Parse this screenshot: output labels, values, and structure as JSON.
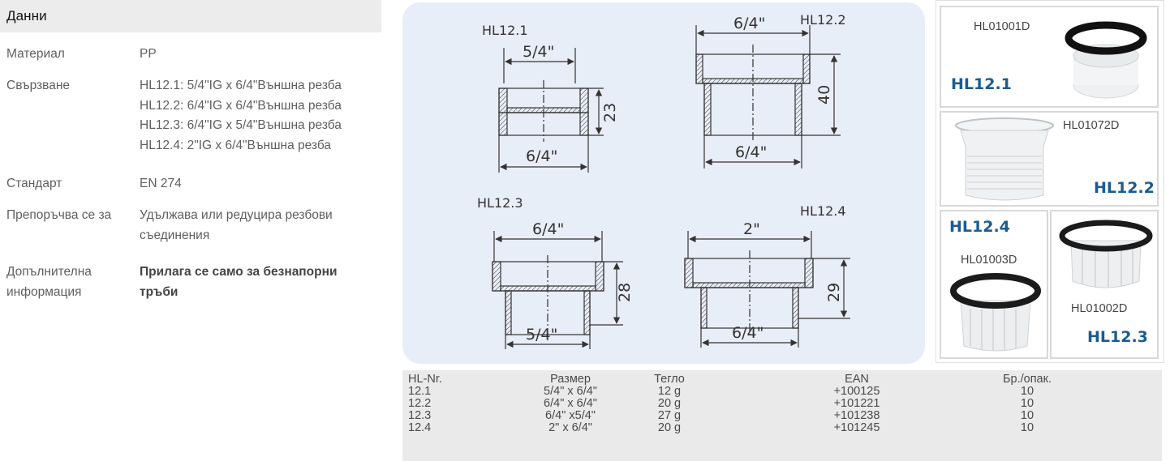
{
  "data_panel": {
    "header": "Данни",
    "rows": [
      {
        "key": "Материал",
        "lines": [
          "PP"
        ]
      },
      {
        "key": "Свързване",
        "lines": [
          "HL12.1: 5/4\"IG x 6/4\"Външна резба",
          "HL12.2: 6/4\"IG x 6/4\"Външна резба",
          "HL12.3: 6/4\"IG x 5/4\"Външна резба",
          "HL12.4: 2\"IG x 6/4\"Външна резба"
        ]
      },
      {
        "key": "Стандарт",
        "lines": [
          "EN 274"
        ]
      },
      {
        "key": "Препоръчва се за",
        "lines": [
          "Удължава или редуцира резбови",
          "съединения"
        ]
      },
      {
        "key_lines": [
          "Допълнителна",
          "информация"
        ],
        "lines": [
          "Прилага се само за безнапорни",
          "тръби"
        ]
      }
    ]
  },
  "drawings": {
    "hl121": {
      "label": "HL12.1",
      "top_dim": "5/4\"",
      "height_dim": "23",
      "bottom_dim": "6/4\""
    },
    "hl122": {
      "label": "HL12.2",
      "top_dim": "6/4\"",
      "height_dim": "40",
      "bottom_dim": "6/4\""
    },
    "hl123": {
      "label": "HL12.3",
      "top_dim": "6/4\"",
      "height_dim": "28",
      "bottom_dim": "5/4\""
    },
    "hl124": {
      "label": "HL12.4",
      "top_dim": "2\"",
      "height_dim": "29",
      "bottom_dim": "6/4\""
    }
  },
  "photos": {
    "p1": {
      "code": "HL01001D",
      "badge": "HL12.1"
    },
    "p2": {
      "code": "HL01072D",
      "badge": "HL12.2"
    },
    "p3": {
      "code": "HL01003D",
      "badge": "HL12.4"
    },
    "p4": {
      "code": "HL01002D",
      "badge": "HL12.3"
    }
  },
  "table": {
    "headers": [
      "HL-Nr.",
      "Размер",
      "Тегло",
      "EAN",
      "Бр./опак."
    ],
    "rows": [
      [
        "12.1",
        "5/4\" x 6/4\"",
        "12 g",
        "+100125",
        "10"
      ],
      [
        "12.2",
        "6/4\" x 6/4\"",
        "20 g",
        "+101221",
        "10"
      ],
      [
        "12.3",
        "6/4\" x5/4\"",
        "27 g",
        "+101238",
        "10"
      ],
      [
        "12.4",
        "2\" x 6/4\"",
        "20 g",
        "+101245",
        "10"
      ]
    ]
  },
  "colors": {
    "badge": "#1a5c92",
    "drawing_bg": "#e8eef7",
    "line": "#333333"
  }
}
